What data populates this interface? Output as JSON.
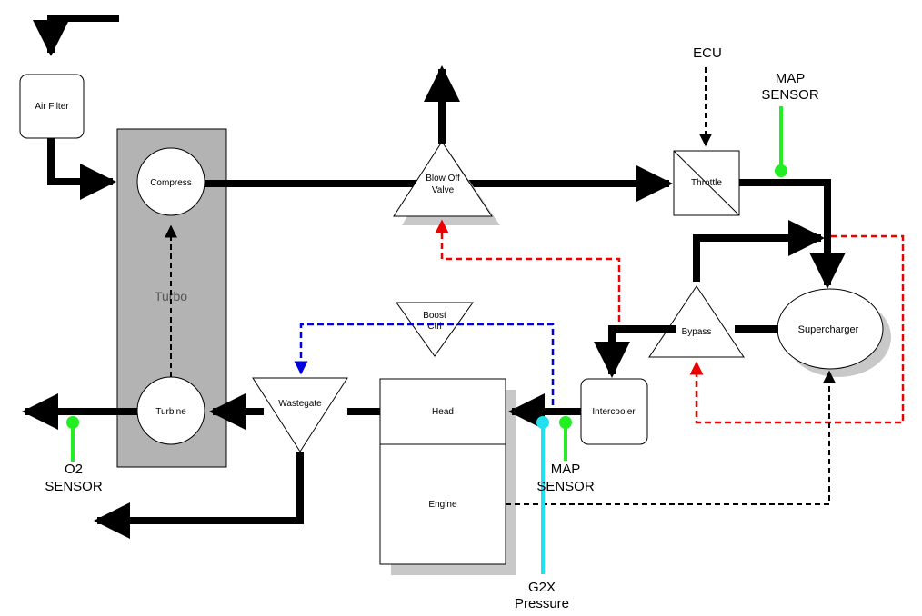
{
  "diagram": {
    "labels": {
      "air_filter": "Air Filter",
      "turbo": "Turbo",
      "compress": "Compress",
      "turbine": "Turbine",
      "blow_off_valve_line1": "Blow Off",
      "blow_off_valve_line2": "Valve",
      "throttle": "Throttle",
      "ecu": "ECU",
      "map_sensor_top_line1": "MAP",
      "map_sensor_top_line2": "SENSOR",
      "bypass": "Bypass",
      "supercharger": "Supercharger",
      "boost_ctrl_line1": "Boost",
      "boost_ctrl_line2": "Ctrl",
      "wastegate": "Wastegate",
      "head": "Head",
      "engine": "Engine",
      "intercooler": "Intercooler",
      "map_sensor_bottom_line1": "MAP",
      "map_sensor_bottom_line2": "SENSOR",
      "o2_sensor_line1": "O2",
      "o2_sensor_line2": "SENSOR",
      "g2x_line1": "G2X",
      "g2x_line2": "Pressure"
    },
    "colors": {
      "flow": "#000000",
      "signal_red": "#ee0000",
      "signal_blue": "#0000dd",
      "sensor_green": "#22ee22",
      "sensor_cyan": "#22e0ee",
      "turbo_fill": "#b3b3b3",
      "shadow": "#c8c8c8"
    }
  }
}
